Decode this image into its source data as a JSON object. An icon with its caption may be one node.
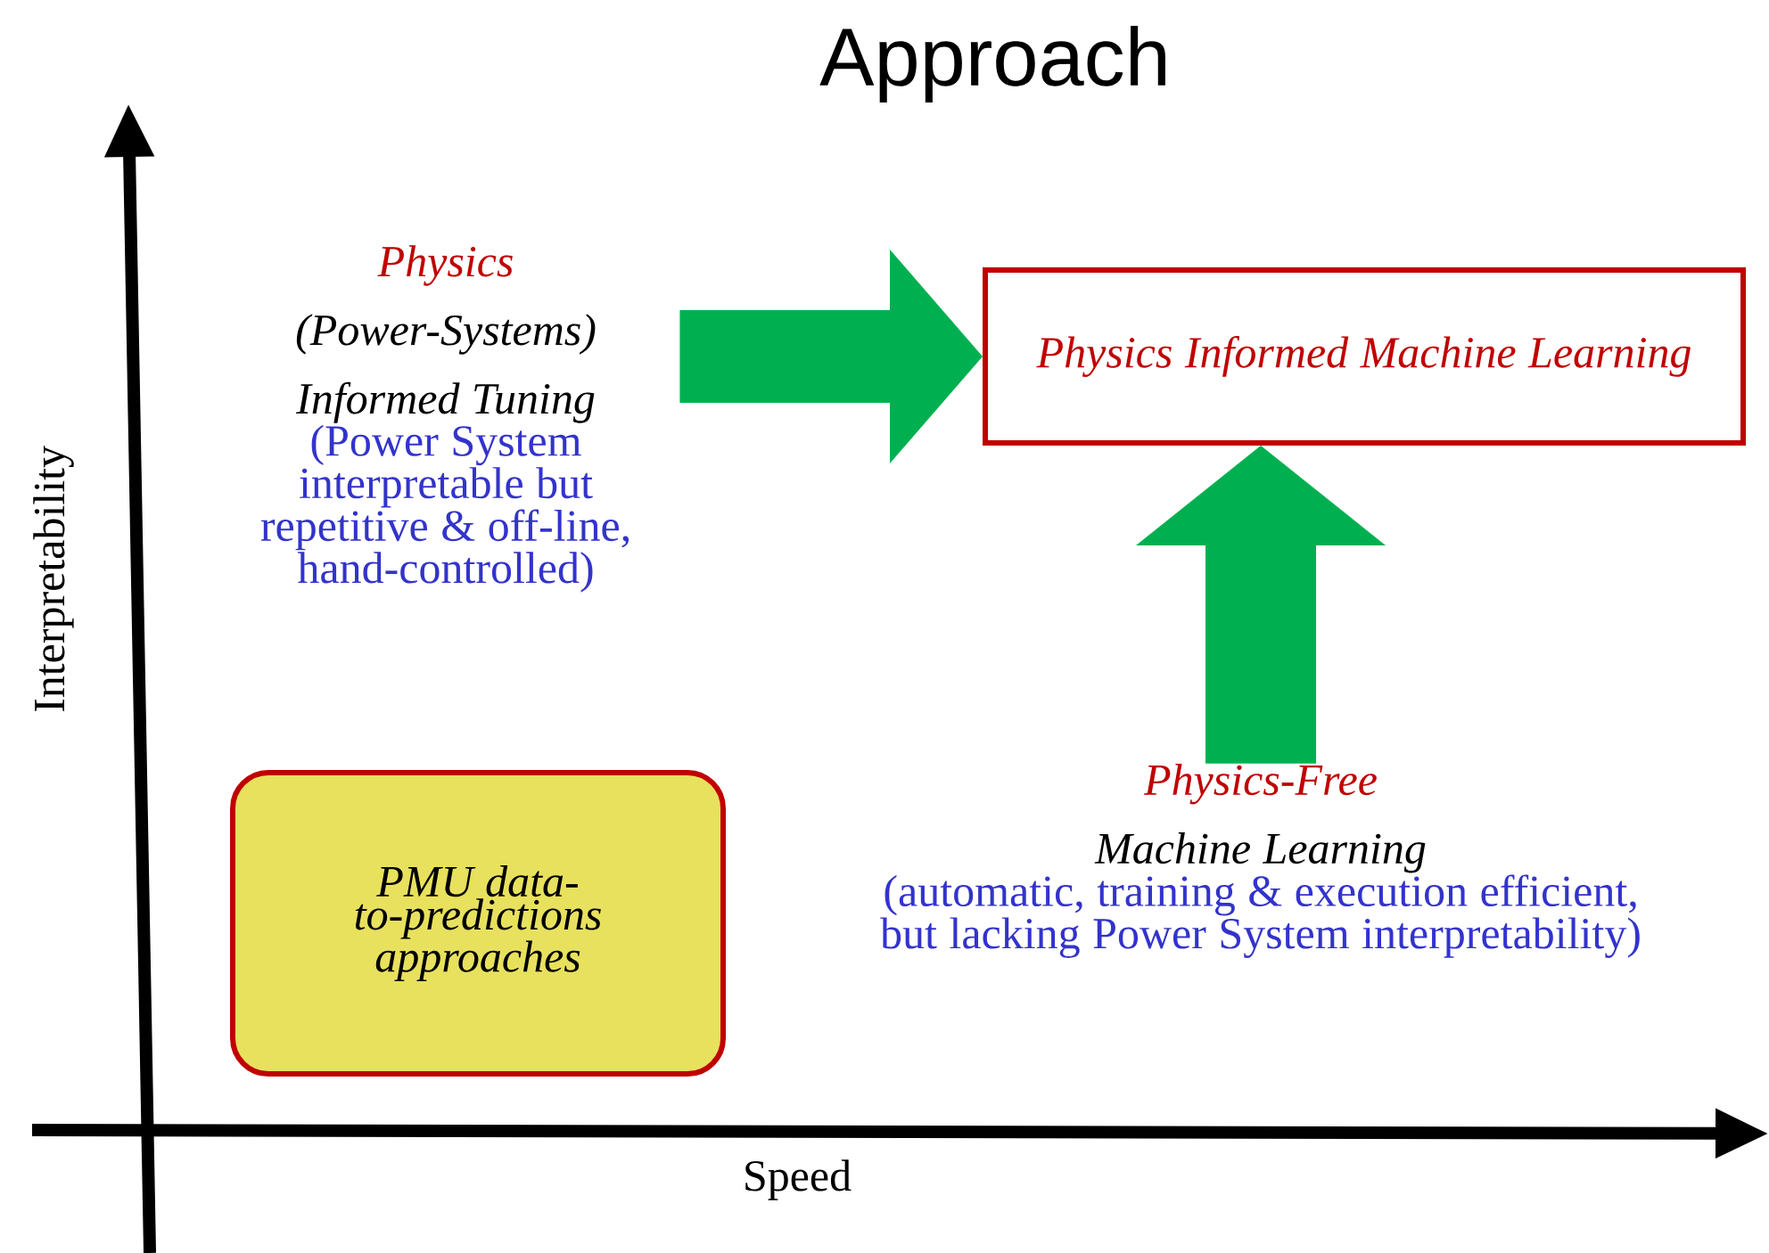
{
  "diagram": {
    "title": "Approach",
    "nodes": [
      {
        "text": [
          "Physics",
          "(Power-Systems) Informed Tuning",
          "(Power System interpretable but repetitive & off-line, hand-controlled)"
        ]
      },
      {
        "text": [
          "Physics Informed Machine Learning"
        ]
      },
      {
        "text": [
          "Physics-Free",
          "Machine Learning",
          "(automatic, training & execution efficient, but lacking Power System interpretability)"
        ]
      },
      {
        "text": [
          "PMU data-to-predictions approaches"
        ]
      }
    ],
    "edges": [
      {
        "from": 0,
        "to": 1,
        "arrow": "to"
      },
      {
        "from": 2,
        "to": 1,
        "arrow": "to"
      }
    ],
    "labels": [
      "Interpretability",
      "Speed"
    ]
  }
}
